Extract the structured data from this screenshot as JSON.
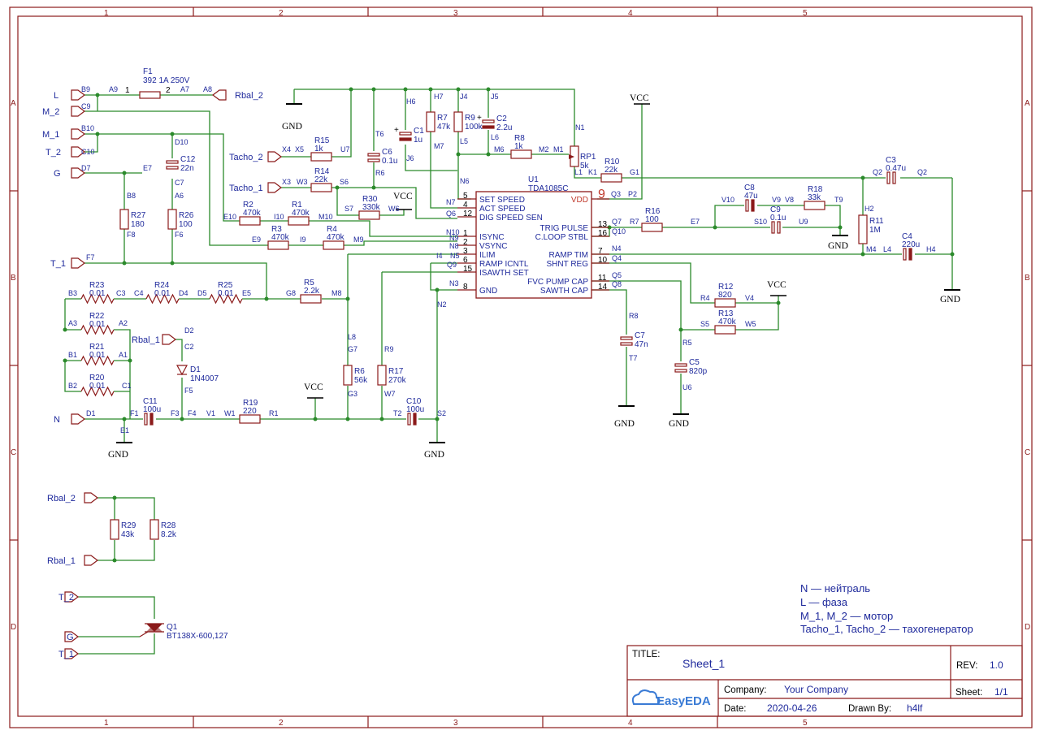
{
  "border": {
    "columns": [
      "1",
      "2",
      "3",
      "4",
      "5"
    ],
    "rows": [
      "A",
      "B",
      "C",
      "D"
    ]
  },
  "ports": {
    "L": "L",
    "M_2": "M_2",
    "M_1": "M_1",
    "T_2": "T_2",
    "G": "G",
    "T_1": "T_1",
    "N": "N",
    "Rbal_1": "Rbal_1",
    "Rbal_2": "Rbal_2",
    "Tacho_1": "Tacho_1",
    "Tacho_2": "Tacho_2",
    "Rbal_2_b": "Rbal_2",
    "Rbal_1_b": "Rbal_1",
    "T_2_b": "T_2",
    "G_b": "G",
    "T_1_b": "T_1"
  },
  "power": {
    "gnd": "GND",
    "vcc": "VCC"
  },
  "ic": {
    "ref": "U1",
    "part": "TDA1085C",
    "left_pins": [
      {
        "num": "5",
        "name": "SET SPEED"
      },
      {
        "num": "4",
        "name": "ACT SPEED"
      },
      {
        "num": "12",
        "name": "DIG SPEED SEN"
      },
      {
        "num": "1",
        "name": "ISYNC"
      },
      {
        "num": "2",
        "name": "VSYNC"
      },
      {
        "num": "3",
        "name": "ILIM"
      },
      {
        "num": "6",
        "name": "RAMP ICNTL"
      },
      {
        "num": "15",
        "name": "ISAWTH SET"
      },
      {
        "num": "8",
        "name": "GND"
      }
    ],
    "right_pins": [
      {
        "num": "9",
        "name": "VDD"
      },
      {
        "num": "13",
        "name": "TRIG PULSE"
      },
      {
        "num": "16",
        "name": "C.LOOP STBL"
      },
      {
        "num": "7",
        "name": "RAMP TIM"
      },
      {
        "num": "10",
        "name": "SHNT REG"
      },
      {
        "num": "11",
        "name": "FVC PUMP CAP"
      },
      {
        "num": "14",
        "name": "SAWTH CAP"
      }
    ]
  },
  "components": {
    "F1": {
      "ref": "F1",
      "val": "392 1A 250V",
      "p1": "1",
      "p2": "2"
    },
    "R15": {
      "ref": "R15",
      "val": "1k"
    },
    "R14": {
      "ref": "R14",
      "val": "22k"
    },
    "R30": {
      "ref": "R30",
      "val": "330k"
    },
    "R2": {
      "ref": "R2",
      "val": "470k"
    },
    "R1": {
      "ref": "R1",
      "val": "470k"
    },
    "R3": {
      "ref": "R3",
      "val": "470k"
    },
    "R4": {
      "ref": "R4",
      "val": "470k"
    },
    "R27": {
      "ref": "R27",
      "val": "180"
    },
    "R26": {
      "ref": "R26",
      "val": "100"
    },
    "C12": {
      "ref": "C12",
      "val": "22n"
    },
    "R23": {
      "ref": "R23",
      "val": "0.01"
    },
    "R24": {
      "ref": "R24",
      "val": "0.01"
    },
    "R25": {
      "ref": "R25",
      "val": "0.01"
    },
    "R22": {
      "ref": "R22",
      "val": "0.01"
    },
    "R21": {
      "ref": "R21",
      "val": "0.01"
    },
    "R20": {
      "ref": "R20",
      "val": "0.01"
    },
    "R5": {
      "ref": "R5",
      "val": "2.2k"
    },
    "D1": {
      "ref": "D1",
      "val": "1N4007"
    },
    "C11": {
      "ref": "C11",
      "val": "100u"
    },
    "R19": {
      "ref": "R19",
      "val": "220"
    },
    "R6": {
      "ref": "R6",
      "val": "56k"
    },
    "R17": {
      "ref": "R17",
      "val": "270k"
    },
    "C10": {
      "ref": "C10",
      "val": "100u"
    },
    "C6": {
      "ref": "C6",
      "val": "0.1u"
    },
    "C1": {
      "ref": "C1",
      "val": "1u"
    },
    "R7": {
      "ref": "R7",
      "val": "47k"
    },
    "R9": {
      "ref": "R9",
      "val": "100k"
    },
    "C2": {
      "ref": "C2",
      "val": "2.2u"
    },
    "R8": {
      "ref": "R8",
      "val": "1k"
    },
    "RP1": {
      "ref": "RP1",
      "val": "5k"
    },
    "R10": {
      "ref": "R10",
      "val": "22k"
    },
    "C3": {
      "ref": "C3",
      "val": "0.47u"
    },
    "C8": {
      "ref": "C8",
      "val": "47u"
    },
    "R18": {
      "ref": "R18",
      "val": "33k"
    },
    "C9": {
      "ref": "C9",
      "val": "0.1u"
    },
    "R16": {
      "ref": "R16",
      "val": "100"
    },
    "R11": {
      "ref": "R11",
      "val": "1M"
    },
    "C4": {
      "ref": "C4",
      "val": "220u"
    },
    "R12": {
      "ref": "R12",
      "val": "820"
    },
    "R13": {
      "ref": "R13",
      "val": "470k"
    },
    "C7": {
      "ref": "C7",
      "val": "47n"
    },
    "C5": {
      "ref": "C5",
      "val": "820p"
    },
    "R29": {
      "ref": "R29",
      "val": "43k"
    },
    "R28": {
      "ref": "R28",
      "val": "8.2k"
    },
    "Q1": {
      "ref": "Q1",
      "val": "BT138X-600,127"
    }
  },
  "nodes": [
    "B9",
    "A9",
    "A7",
    "A8",
    "C9",
    "B10",
    "C10",
    "D10",
    "D7",
    "E7",
    "B8",
    "F8",
    "C7",
    "A6",
    "F6",
    "F7",
    "E10",
    "I10",
    "M10",
    "E9",
    "I9",
    "M9",
    "X4",
    "X5",
    "U7",
    "X3",
    "W3",
    "S6",
    "S7",
    "W6",
    "T6",
    "R6",
    "H6",
    "J6",
    "H7",
    "M7",
    "J4",
    "L5",
    "J5",
    "L6",
    "M6",
    "M2",
    "M1",
    "N1",
    "L1",
    "K1",
    "G1",
    "Q3",
    "P2",
    "N7",
    "N6",
    "Q6",
    "N10",
    "N9",
    "N8",
    "N5",
    "I4",
    "Q9",
    "N3",
    "N2",
    "B3",
    "C3",
    "C4",
    "D4",
    "D5",
    "E5",
    "G8",
    "M8",
    "A3",
    "A2",
    "B1",
    "A1",
    "B2",
    "C1",
    "D2",
    "C2",
    "F5",
    "D1",
    "E1",
    "F1",
    "F3",
    "F4",
    "V1",
    "W1",
    "R1",
    "L8",
    "G7",
    "G3",
    "R9",
    "W7",
    "T2",
    "S2",
    "V10",
    "V9",
    "V8",
    "T9",
    "S10",
    "U9",
    "Q7",
    "R7",
    "E7b",
    "Q10",
    "Q2",
    "Q2b",
    "H2",
    "M4",
    "L4",
    "H4",
    "N4",
    "Q4",
    "R4",
    "V4",
    "S5",
    "W5",
    "Q5",
    "Q8",
    "R8",
    "T7",
    "R5",
    "U6"
  ],
  "notes": [
    "N — нейтраль",
    "L — фаза",
    "M_1, M_2 — мотор",
    "Tacho_1, Tacho_2 — тахогенератор"
  ],
  "title_block": {
    "title_label": "TITLE:",
    "title": "Sheet_1",
    "rev_label": "REV:",
    "rev": "1.0",
    "company_label": "Company:",
    "company": "Your Company",
    "sheet_label": "Sheet:",
    "sheet": "1/1",
    "date_label": "Date:",
    "date": "2020-04-26",
    "drawn_label": "Drawn By:",
    "drawn": "h4lf",
    "logo_text": "EasyEDA"
  },
  "colors": {
    "wire": "#2b8a2b",
    "part": "#8b1a1a",
    "text": "#1f2a9c",
    "vdd": "#c0392b"
  }
}
